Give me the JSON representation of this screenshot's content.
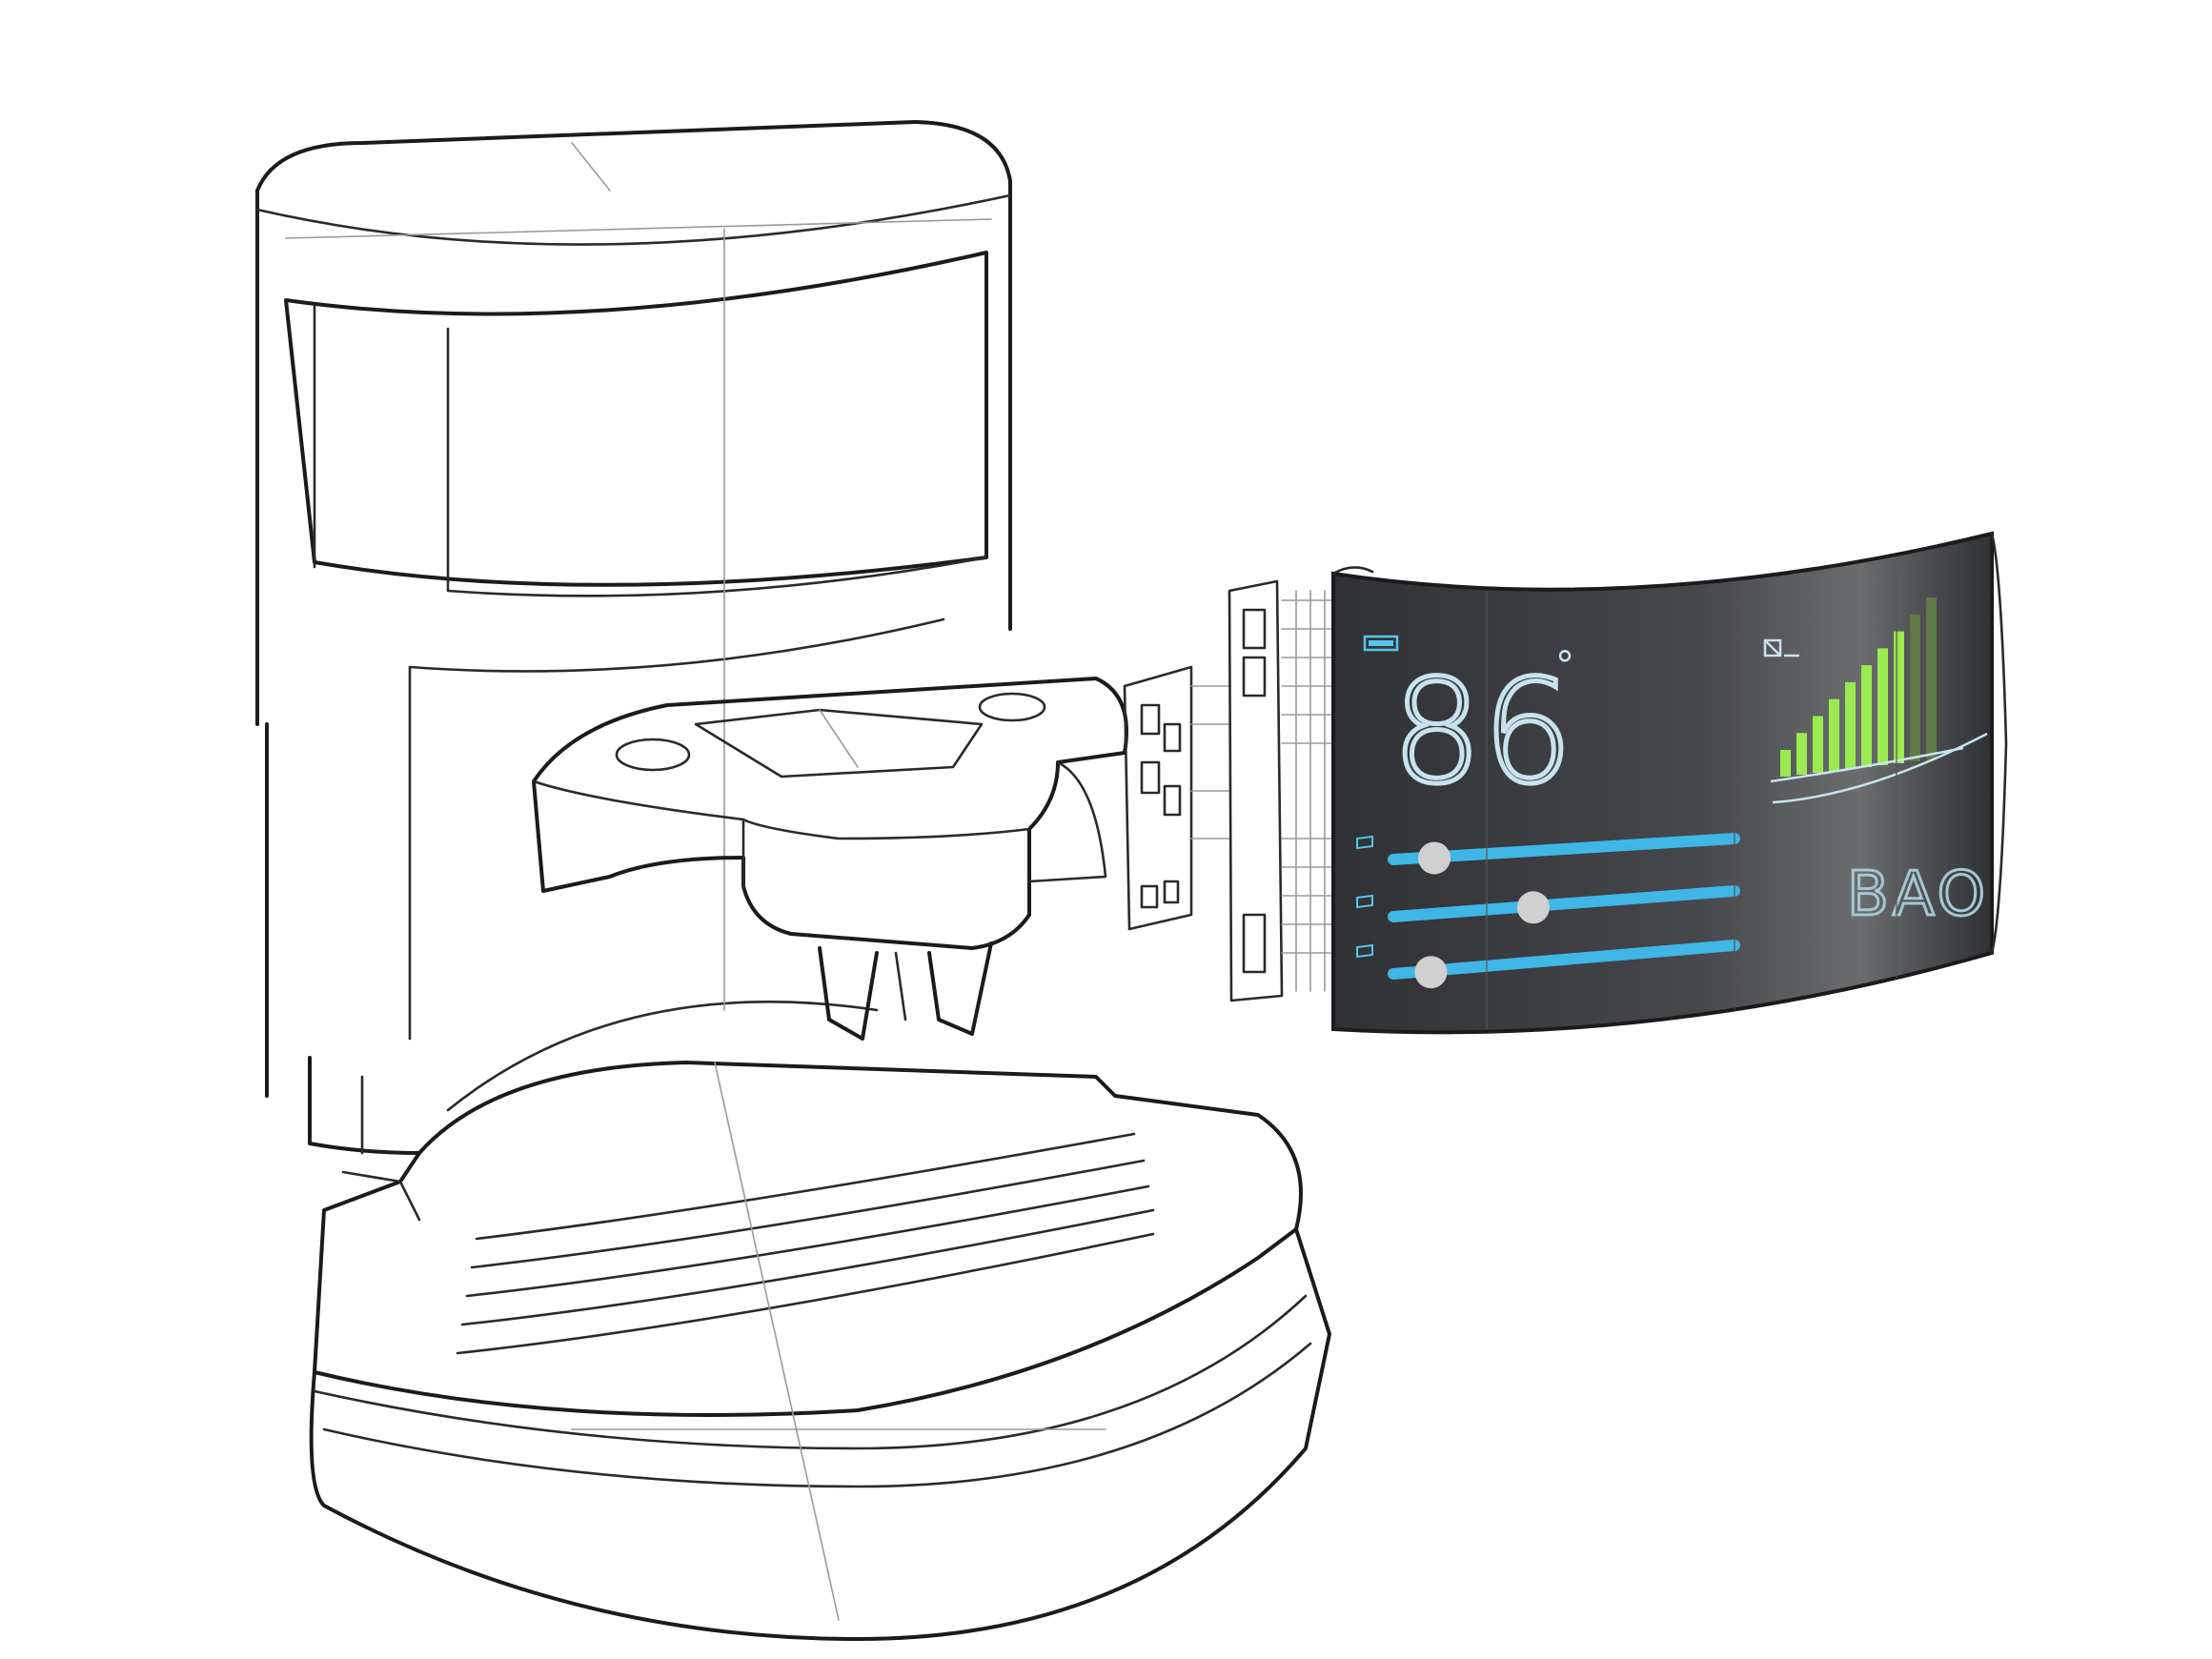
{
  "display": {
    "temperature": "86",
    "degree_symbol": "°",
    "code_text": "BAOE",
    "signal_level": 0.8,
    "sliders": [
      {
        "value": 0.07
      },
      {
        "value": 0.36
      },
      {
        "value": 0.06
      }
    ]
  },
  "colors": {
    "screen_bg": "#3b3d40",
    "screen_text": "#c9e3ee",
    "slider_track": "#3fb6e6",
    "slider_knob": "#d0d0d0",
    "bars_green": "#9bea50",
    "bars_dim": "#5f7a45"
  },
  "icons": [
    "battery-icon",
    "mini-chevron-icon",
    "tiny-indicator-icon"
  ]
}
